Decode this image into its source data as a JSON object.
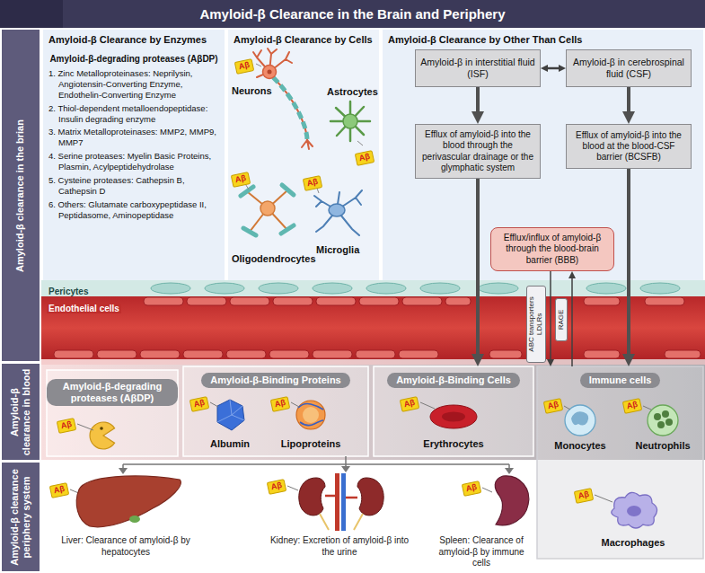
{
  "diagram": {
    "title": "Amyloid-β Clearance in the Brain and Periphery",
    "nodes": [
      {
        "text": [
          "Amyloid-β clearance in the brian"
        ]
      },
      {
        "text": [
          "Amyloid-β Clearance by Enzymes",
          "Amyloid-β-degrading proteases (AβDP)",
          "1. Zinc Metalloproteinases: Neprilysin, Angiotensin-Converting Enzyme, Endothelin-Converting Enzyme",
          "2. Thiol-dependent metalloendopeptidase: Insulin degrading enzyme",
          "3. Matrix Metalloproteinases: MMP2, MMP9, MMP7",
          "4. Serine proteases: Myelin Basic Proteins, Plasmin, Acylpeptidehydrolase",
          "5. Cysteine proteases: Cathepsin B, Cathepsin D",
          "6. Others: Glutamate carboxypeptidase II, Peptidasome, Aminopeptidase"
        ]
      },
      {
        "text": [
          "Amyloid-β Clearance by Cells"
        ]
      },
      {
        "text": [
          "Amyloid-β Clearance by Other Than Cells"
        ]
      },
      {
        "text": [
          "Amyloid-β in interstitial fluid (ISF)"
        ],
        "in": 3
      },
      {
        "text": [
          "Amyloid-β in cerebrospinal fluid (CSF)"
        ],
        "in": 3
      },
      {
        "text": [
          "Efflux of amyloid-β into the blood through the perivascular drainage or the glymphatic system"
        ],
        "in": 3
      },
      {
        "text": [
          "Efflux of amyloid-β into the blood at the blood-CSF barrier (BCSFB)"
        ],
        "in": 3
      },
      {
        "text": [
          "Efflux/influx of amyloid-β through the blood-brain barrier (BBB)"
        ],
        "in": 3
      },
      {
        "text": [
          "ABC transporters LDLRs"
        ]
      },
      {
        "text": [
          "RAGE"
        ]
      },
      {
        "text": [
          "Amyloid-β clearance in blood"
        ]
      },
      {
        "text": [
          "Amyloid-β-degrading proteases (AβDP)"
        ]
      },
      {
        "text": [
          "Amyloid-β-Binding Proteins"
        ]
      },
      {
        "text": [
          "Amyloid-β-Binding Cells"
        ]
      },
      {
        "text": [
          "Immune cells"
        ]
      },
      {
        "text": [
          "Amyloid-β clearance periphery system"
        ]
      }
    ],
    "edges": [
      {
        "from": 4,
        "to": 5,
        "arrow": "both"
      },
      {
        "from": 4,
        "to": 6,
        "arrow": "to"
      },
      {
        "from": 5,
        "to": 7,
        "arrow": "to"
      },
      {
        "from": 6,
        "to": 14,
        "arrow": "to"
      },
      {
        "from": 7,
        "to": 15,
        "arrow": "to"
      },
      {
        "from": 8,
        "to": 15,
        "arrow": "to"
      },
      {
        "from": 15,
        "to": 8,
        "arrow": "to"
      }
    ],
    "labels": [
      "Aβ",
      "Neurons",
      "Aβ",
      "Astrocytes",
      "Aβ",
      "Oligodendrocytes",
      "Aβ",
      "Microglia",
      "Pericytes",
      "Endothelial cells",
      "Aβ",
      "Aβ",
      "Albumin",
      "Aβ",
      "Lipoproteins",
      "Aβ",
      "Erythrocytes",
      "Aβ",
      "Monocytes",
      "Aβ",
      "Neutrophils",
      "Aβ",
      "Macrophages",
      "Aβ",
      "Liver: Clearance of amyloid-β by hepatocytes",
      "Aβ",
      "Kidney: Excretion of amyloid-β into the urine",
      "Aβ",
      "Spleen: Clearance of amyloid-β by immune cells"
    ]
  }
}
